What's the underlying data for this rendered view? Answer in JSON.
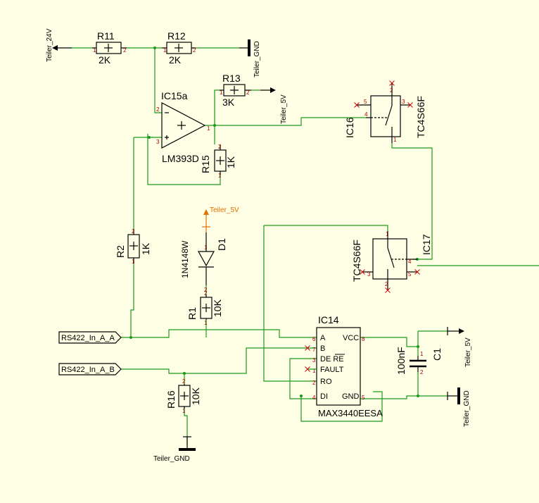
{
  "colors": {
    "background": "#FFFFE6",
    "wire": "#1A9A1A",
    "component": "#000000",
    "pin_number": "#B00000",
    "unconnected_marker": "#CC0000",
    "net_label_highlight": "#E07000",
    "junction": "#1A9A1A"
  },
  "components": {
    "R11": {
      "ref": "R11",
      "value": "2K",
      "pin1": "1",
      "pin2": "2"
    },
    "R12": {
      "ref": "R12",
      "value": "2K",
      "pin1": "1",
      "pin2": "2"
    },
    "R13": {
      "ref": "R13",
      "value": "3K",
      "pin1": "1",
      "pin2": "2"
    },
    "R15": {
      "ref": "R15",
      "value": "1K",
      "pin1": "1",
      "pin2": "2"
    },
    "R2": {
      "ref": "R2",
      "value": "1K",
      "pin1": "1",
      "pin2": "2"
    },
    "R1": {
      "ref": "R1",
      "value": "10K",
      "pin1": "1",
      "pin2": "2"
    },
    "R16": {
      "ref": "R16",
      "value": "10K",
      "pin1": "1",
      "pin2": "2"
    },
    "C1": {
      "ref": "C1",
      "value": "100nF",
      "pin1": "1",
      "pin2": "2"
    },
    "D1": {
      "ref": "D1",
      "value": "1N4148W",
      "pin1": "1",
      "pin2": "2"
    },
    "IC15a": {
      "ref": "IC15a",
      "value": "LM393D",
      "pin_in_neg": "2",
      "pin_in_pos": "3",
      "pin_out": "1"
    },
    "IC16": {
      "ref": "IC16",
      "value": "TC4S66F",
      "pins": [
        "1",
        "2",
        "3",
        "4",
        "5"
      ]
    },
    "IC17": {
      "ref": "IC17",
      "value": "TC4S66F",
      "pins": [
        "1",
        "2",
        "3",
        "4",
        "5"
      ]
    },
    "IC14": {
      "ref": "IC14",
      "value": "MAX3440EESA",
      "left_pins": [
        {
          "num": "6",
          "name": "A"
        },
        {
          "num": "7",
          "name": "B"
        },
        {
          "num": "3",
          "name": "DE RE"
        },
        {
          "num": "1",
          "name": "FAULT"
        },
        {
          "num": "2",
          "name": "RO"
        },
        {
          "num": "4",
          "name": "DI"
        }
      ],
      "right_pins": [
        {
          "num": "8",
          "name": "VCC"
        },
        {
          "num": "5",
          "name": "GND"
        }
      ]
    }
  },
  "nets": {
    "teiler_24v": "Teiler_24V",
    "teiler_gnd_r12": "Teiler_GND",
    "teiler_5v_r13": "Teiler_5V",
    "teiler_5v_d1": "Teiler_5V",
    "teiler_5v_c1": "Teiler_5V",
    "teiler_gnd_c1": "Teiler_GND",
    "teiler_gnd_r16": "Teiler_GND",
    "rs422_a": "RS422_In_A_A",
    "rs422_b": "RS422_In_A_B"
  }
}
